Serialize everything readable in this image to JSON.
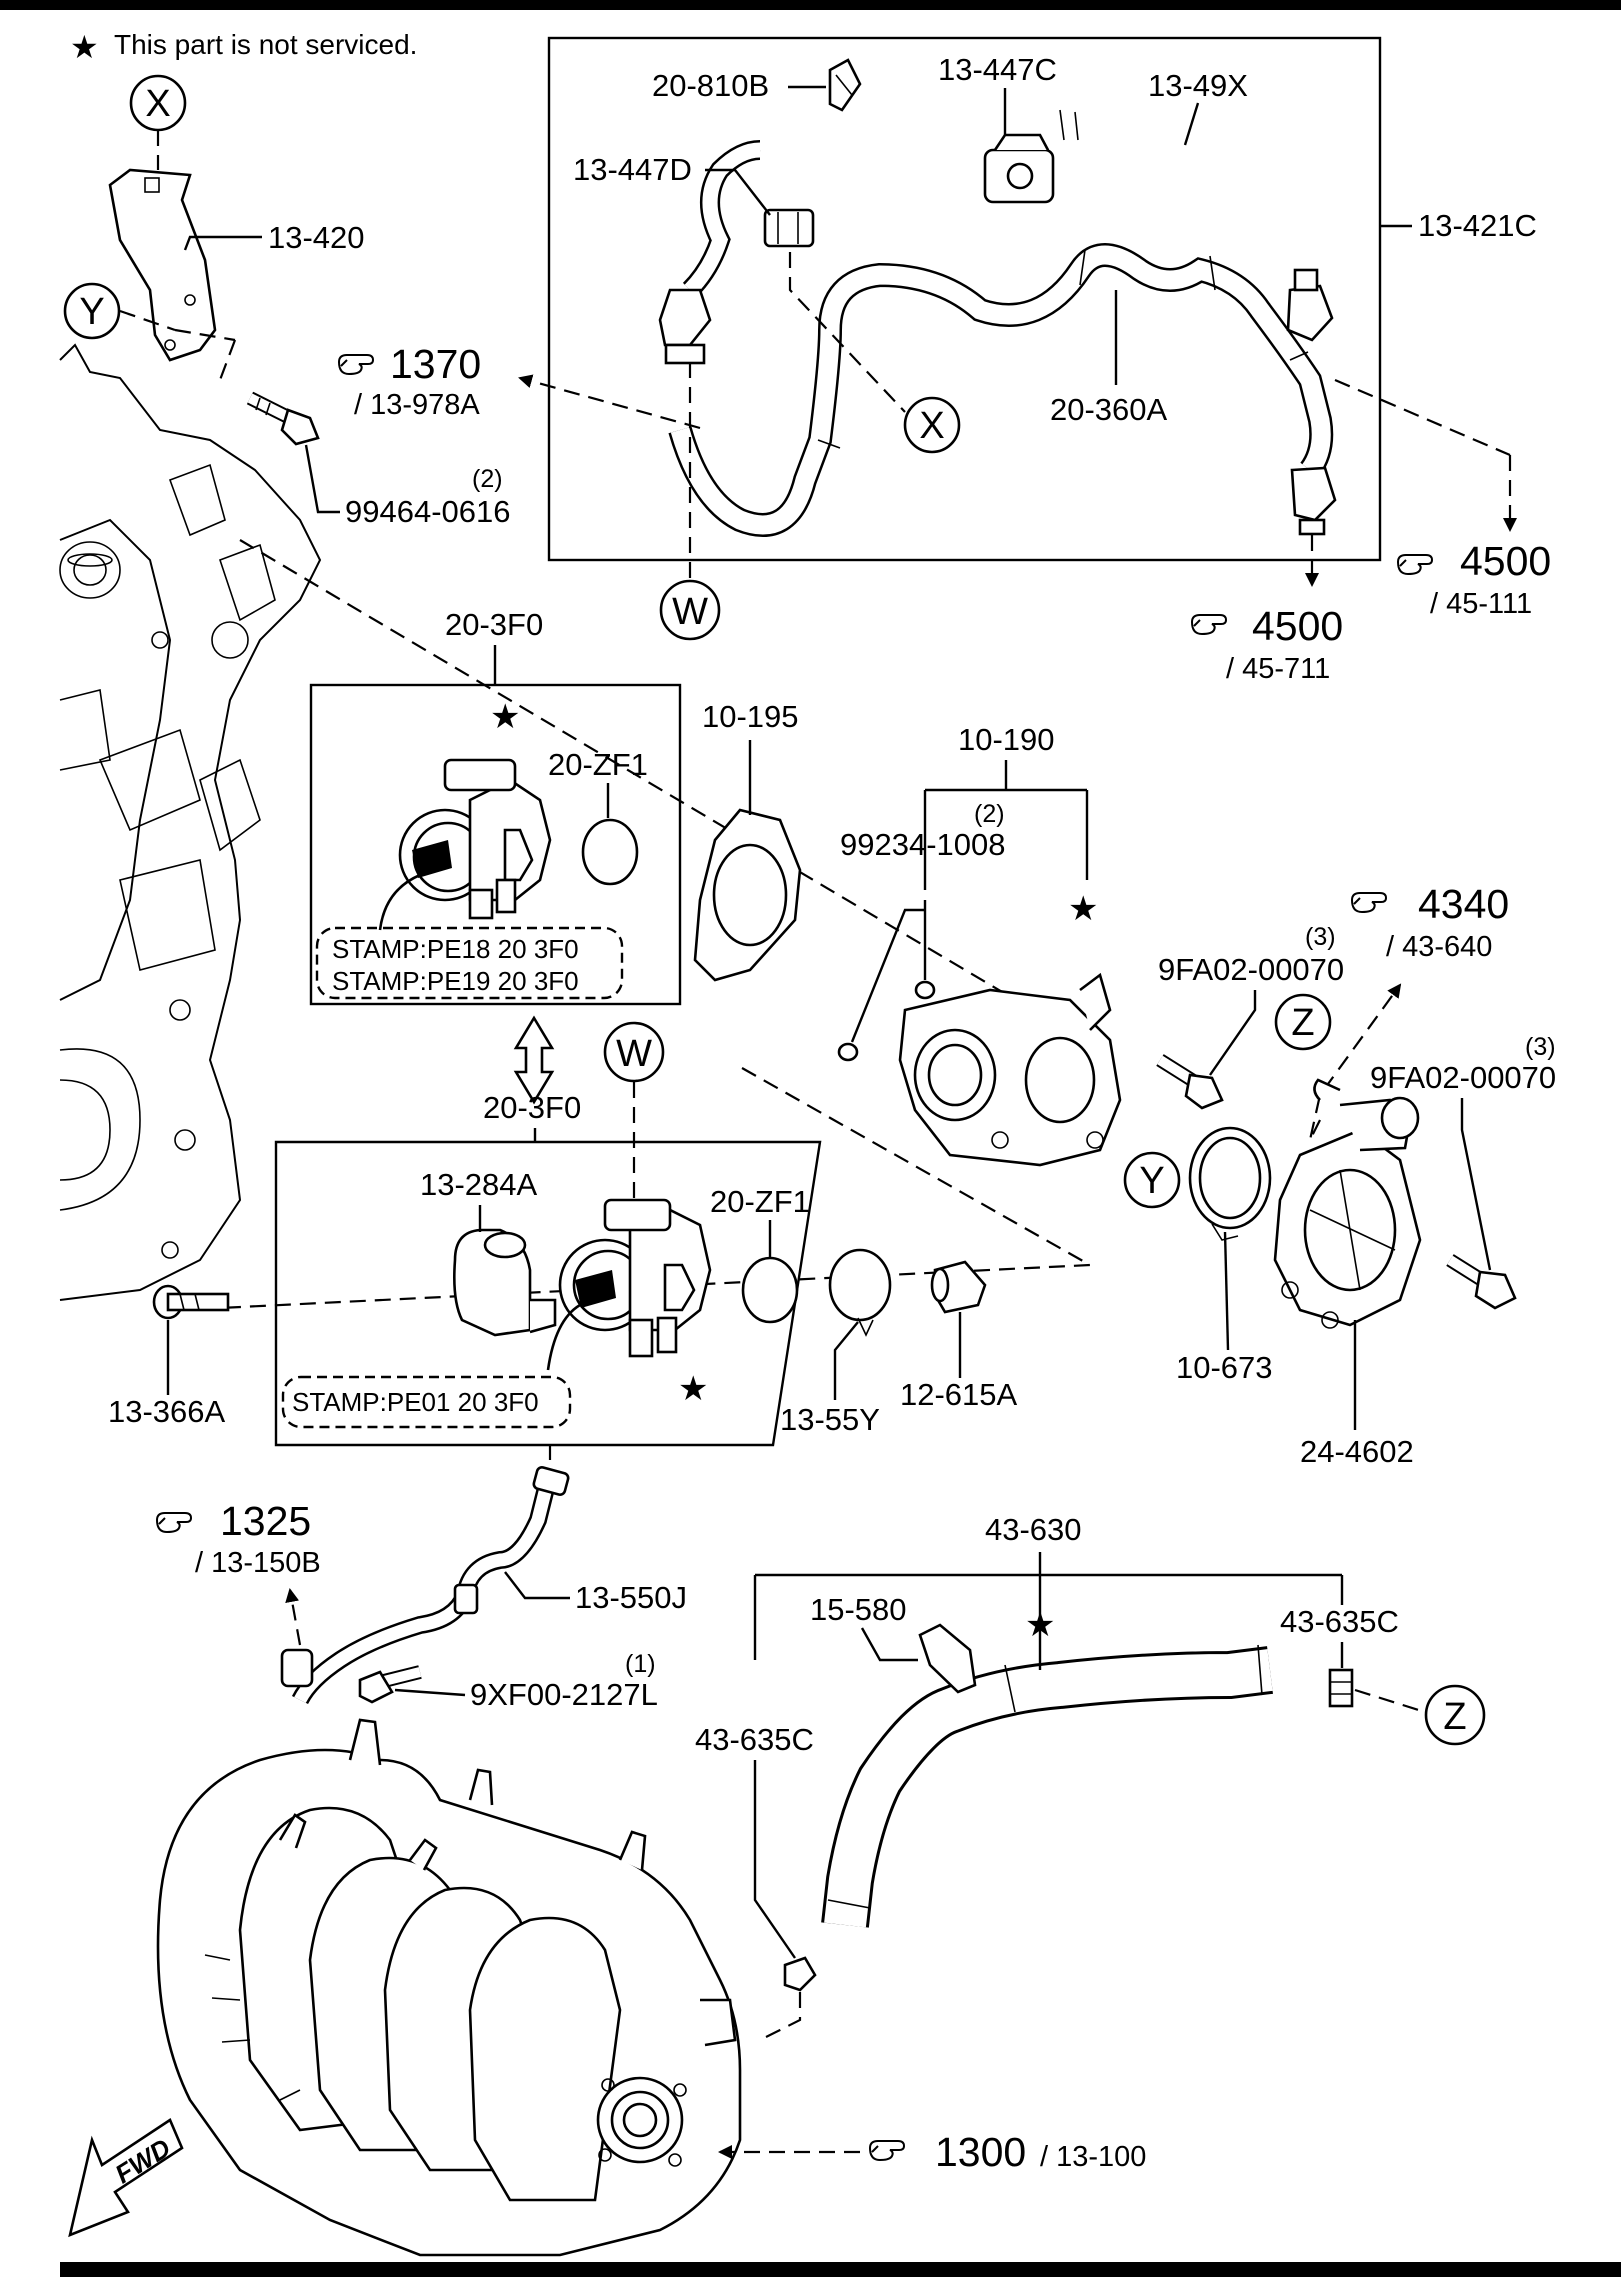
{
  "note": {
    "star": "★",
    "text": "This part is not serviced."
  },
  "labels": {
    "p_20_810B": "20-810B",
    "p_13_447C": "13-447C",
    "p_13_49X": "13-49X",
    "p_13_447D": "13-447D",
    "p_13_421C": "13-421C",
    "p_20_360A": "20-360A",
    "p_13_420": "13-420",
    "p_99464_0616": "99464-0616",
    "q_99464": "(2)",
    "p_20_3F0_top": "20-3F0",
    "p_20_ZF1_top": "20-ZF1",
    "p_10_195": "10-195",
    "p_10_190": "10-190",
    "p_99234_1008": "99234-1008",
    "q_99234": "(2)",
    "p_9FA02_a": "9FA02-00070",
    "q_9FA02_a": "(3)",
    "p_9FA02_b": "9FA02-00070",
    "q_9FA02_b": "(3)",
    "p_20_3F0_bot": "20-3F0",
    "p_13_284A": "13-284A",
    "p_20_ZF1_bot": "20-ZF1",
    "p_13_366A": "13-366A",
    "p_13_55Y": "13-55Y",
    "p_12_615A": "12-615A",
    "p_10_673": "10-673",
    "p_24_4602": "24-4602",
    "p_13_550J": "13-550J",
    "p_9XF00": "9XF00-2127L",
    "q_9XF00": "(1)",
    "p_43_630": "43-630",
    "p_15_580": "15-580",
    "p_43_635C_r": "43-635C",
    "p_43_635C_l": "43-635C"
  },
  "stamps": {
    "top1": "STAMP:PE18  20  3F0",
    "top2": "STAMP:PE19  20  3F0",
    "bottom": "STAMP:PE01  20  3F0"
  },
  "references": {
    "r1370": {
      "num": "1370",
      "sub": "/ 13-978A"
    },
    "r4500a": {
      "num": "4500",
      "sub": "/ 45-111"
    },
    "r4500b": {
      "num": "4500",
      "sub": "/ 45-711"
    },
    "r4340": {
      "num": "4340",
      "sub": "/ 43-640"
    },
    "r1325": {
      "num": "1325",
      "sub": "/ 13-150B"
    },
    "r1300": {
      "num": "1300",
      "sub": "/ 13-100"
    }
  },
  "markers": {
    "X": "X",
    "Y": "Y",
    "W": "W",
    "Z": "Z"
  },
  "fwd": "FWD",
  "icon_names": [
    "pointing-hand-icon",
    "star-icon",
    "double-arrow-icon",
    "fwd-arrow-icon"
  ]
}
